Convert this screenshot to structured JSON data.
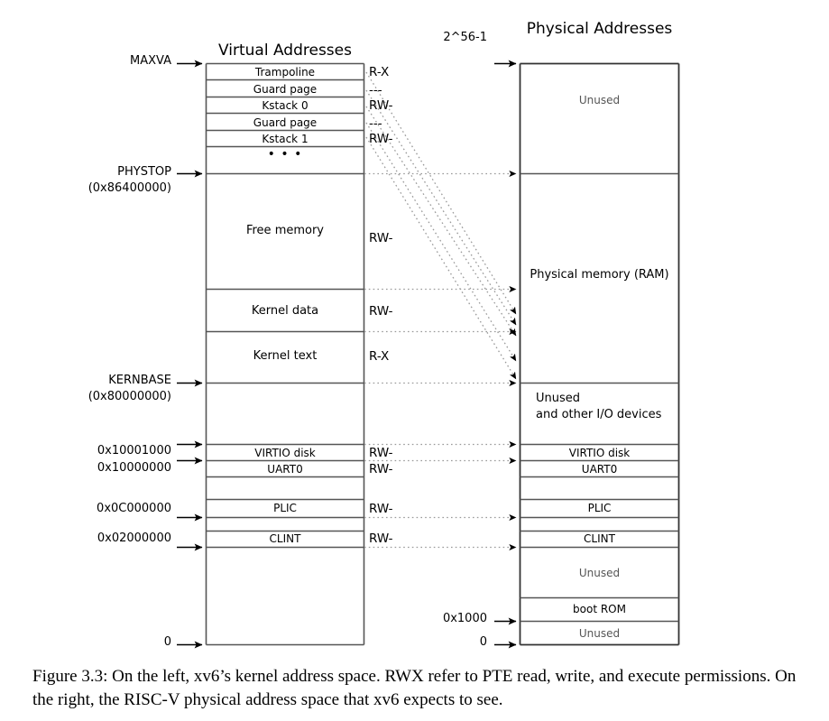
{
  "figure": {
    "caption": "Figure 3.3: On the left, xv6’s kernel address space. RWX refer to PTE read, write, and execute permissions. On the right, the RISC-V physical address space that xv6 expects to see."
  },
  "virtual": {
    "title": "Virtual Addresses",
    "top_marker": "MAXVA",
    "regions": [
      {
        "label": "Trampoline",
        "perm": "R-X"
      },
      {
        "label": "Guard page",
        "perm": "---"
      },
      {
        "label": "Kstack 0",
        "perm": "RW-"
      },
      {
        "label": "Guard page",
        "perm": "---"
      },
      {
        "label": "Kstack 1",
        "perm": "RW-"
      },
      {
        "label": "•  •  •",
        "perm": ""
      },
      {
        "label": "Free memory",
        "perm": "RW-"
      },
      {
        "label": "Kernel data",
        "perm": "RW-"
      },
      {
        "label": "Kernel text",
        "perm": "R-X"
      },
      {
        "label": "VIRTIO disk",
        "perm": "RW-"
      },
      {
        "label": "UART0",
        "perm": "RW-"
      },
      {
        "label": "PLIC",
        "perm": "RW-"
      },
      {
        "label": "CLINT",
        "perm": "RW-"
      }
    ],
    "markers": [
      {
        "name": "PHYSTOP",
        "value": "(0x86400000)"
      },
      {
        "name": "KERNBASE",
        "value": "(0x80000000)"
      },
      {
        "name": "0x10001000",
        "value": ""
      },
      {
        "name": "0x10000000",
        "value": ""
      },
      {
        "name": "0x0C000000",
        "value": ""
      },
      {
        "name": "0x02000000",
        "value": ""
      },
      {
        "name": "0",
        "value": ""
      }
    ]
  },
  "physical": {
    "title": "Physical Addresses",
    "top_marker": "2^56-1",
    "regions": [
      {
        "label": "Unused"
      },
      {
        "label": "Physical memory (RAM)"
      },
      {
        "label": "Unused"
      },
      {
        "label": "and other I/O devices"
      },
      {
        "label": "VIRTIO disk"
      },
      {
        "label": "UART0"
      },
      {
        "label": "PLIC"
      },
      {
        "label": "CLINT"
      },
      {
        "label": "Unused"
      },
      {
        "label": "boot ROM"
      },
      {
        "label": "Unused"
      }
    ],
    "markers": [
      {
        "name": "0x1000"
      },
      {
        "name": "0"
      }
    ]
  },
  "colors": {
    "line": "#555555",
    "stroke_dark": "#333333",
    "text": "#000000",
    "muted_text": "#555555",
    "background": "#ffffff"
  }
}
